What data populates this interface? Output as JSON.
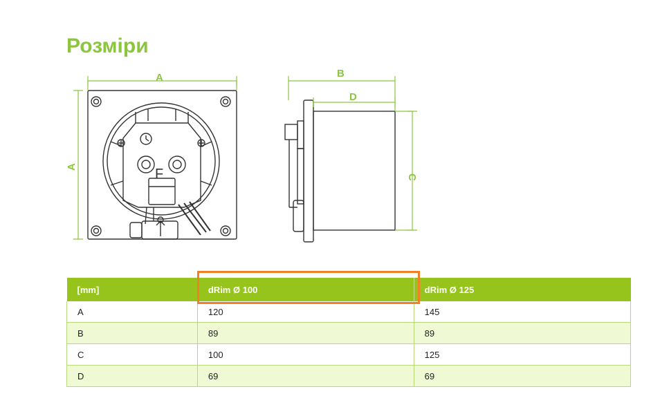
{
  "title": "Розміри",
  "drawing": {
    "front_labels": {
      "width": "A",
      "height": "A"
    },
    "side_labels": {
      "overall_depth": "B",
      "body_depth": "D",
      "body_height": "C"
    },
    "housing_letter": "F"
  },
  "table": {
    "headers": [
      "[mm]",
      "dRim Ø 100",
      "dRim Ø 125"
    ],
    "rows": [
      [
        "A",
        "120",
        "145"
      ],
      [
        "B",
        "89",
        "89"
      ],
      [
        "C",
        "100",
        "125"
      ],
      [
        "D",
        "69",
        "69"
      ]
    ],
    "highlighted_column": "dRim Ø 100"
  },
  "colors": {
    "accent_green": "#8cc63f",
    "header_green": "#97c41c",
    "highlight_orange": "#f07f25",
    "row_alt": "#eff9d3"
  }
}
